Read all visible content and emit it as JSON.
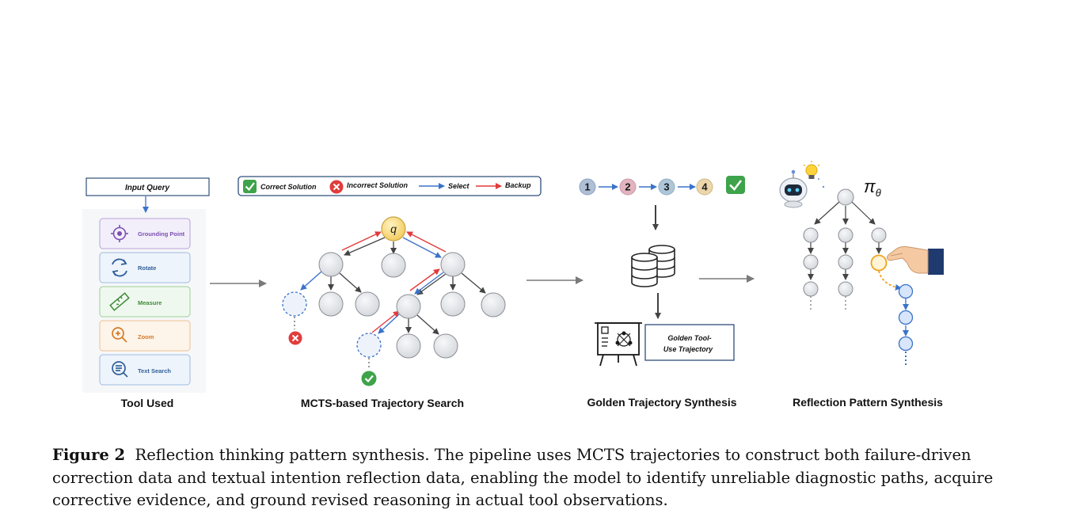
{
  "tools_panel": {
    "input_query": "Input Query",
    "tools": [
      {
        "label": "Grounding Point",
        "icon": "crosshair-icon",
        "color": "#7b4fb2",
        "bg": "#f3effa"
      },
      {
        "label": "Rotate",
        "icon": "rotate-icon",
        "color": "#2f5f9a",
        "bg": "#eef4fb"
      },
      {
        "label": "Measure",
        "icon": "ruler-icon",
        "color": "#3f8a3a",
        "bg": "#eff8ee"
      },
      {
        "label": "Zoom",
        "icon": "zoom-icon",
        "color": "#d67a24",
        "bg": "#fdf4ea"
      },
      {
        "label": "Text Search",
        "icon": "text-search-icon",
        "color": "#2f5f9a",
        "bg": "#eef4fb"
      }
    ],
    "title": "Tool Used"
  },
  "legend": {
    "correct": "Correct Solution",
    "incorrect": "Incorrect Solution",
    "select": "Select",
    "backup": "Backup"
  },
  "mcts": {
    "root_label": "q",
    "title": "MCTS-based Trajectory Search"
  },
  "golden": {
    "steps": [
      "1",
      "2",
      "3",
      "4"
    ],
    "step_colors": [
      "#aebfd6",
      "#e2b4bf",
      "#aec6d8",
      "#ecd6ab"
    ],
    "box_line1": "Golden Tool-",
    "box_line2": "Use Trajectory",
    "title": "Golden Trajectory Synthesis"
  },
  "reflection": {
    "policy_symbol": "π",
    "policy_sub": "θ",
    "title": "Reflection Pattern Synthesis"
  },
  "caption": {
    "label": "Figure 2",
    "text": "Reflection thinking pattern synthesis. The pipeline uses MCTS trajectories to construct both failure-driven correction data and textual intention reflection data, enabling the model to identify unreliable diagnostic paths, acquire corrective evidence, and ground revised reasoning in actual tool observations."
  },
  "colors": {
    "accent_blue": "#3b73c9",
    "accent_red": "#e23b3b",
    "success_green": "#3ea34a",
    "node_gray": "#e4e6ea"
  }
}
